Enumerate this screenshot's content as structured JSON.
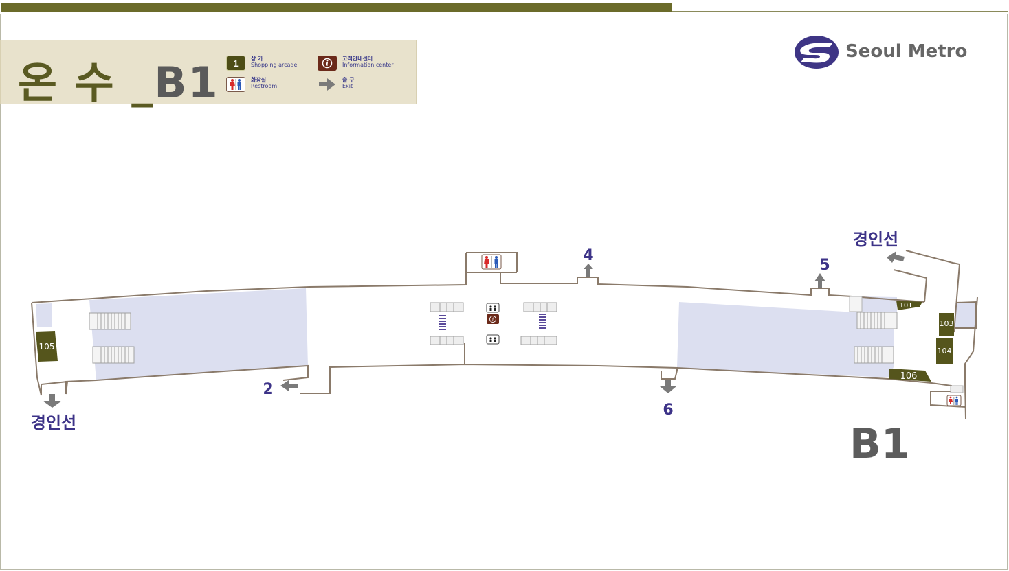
{
  "header": {
    "station_name": "온 수",
    "separator": "_",
    "floor": "B1"
  },
  "legend": {
    "shop": {
      "icon_text": "1",
      "kr": "상 가",
      "en": "Shopping arcade",
      "color": "#4d4d16"
    },
    "info": {
      "kr": "고객안내센터",
      "en": "Information center",
      "color": "#6b2a1a"
    },
    "restroom": {
      "kr": "화장실",
      "en": "Restroom"
    },
    "exit": {
      "kr": "출 구",
      "en": "Exit"
    }
  },
  "logo": {
    "text": "Seoul Metro",
    "color": "#3e3585"
  },
  "exits": {
    "exit_2": "2",
    "exit_4": "4",
    "exit_5": "5",
    "exit_6": "6",
    "gyeongin_left": "경인선",
    "gyeongin_right": "경인선"
  },
  "shops": {
    "s101": "101",
    "s103": "103",
    "s104": "104",
    "s105": "105",
    "s106": "106"
  },
  "floor_label": "B1",
  "colors": {
    "platform_fill": "#dcdff0",
    "corridor_outline": "#8a7a6a",
    "shop_fill": "#55551c",
    "accent_olive": "#6b6b2a",
    "label_purple": "#3d3388",
    "arrow_gray": "#7a7a7a"
  }
}
